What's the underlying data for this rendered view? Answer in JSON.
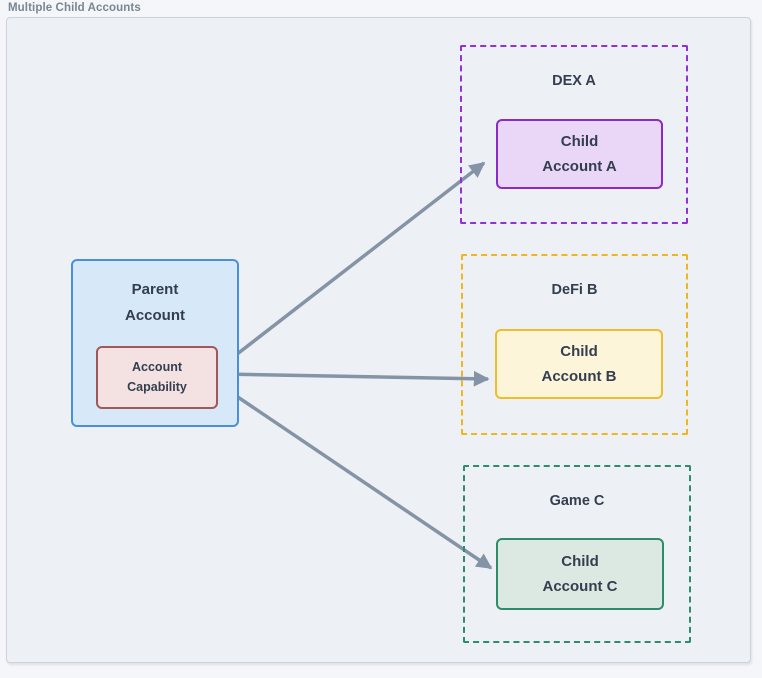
{
  "page": {
    "title": "Multiple Child Accounts"
  },
  "colors": {
    "panel_bg": "#edf1f5",
    "panel_border": "#cbd3dc",
    "arrow": "#8494a6",
    "node_text": "#333e4f",
    "title_text": "#7a8594"
  },
  "parent": {
    "label_line1": "Parent",
    "label_line2": "Account",
    "fill": "#d7e8f9",
    "border": "#4a90d9",
    "capability": {
      "label_line1": "Account",
      "label_line2": "Capability",
      "fill": "#f4e2e2",
      "border": "#a15858"
    }
  },
  "groups": [
    {
      "label": "DEX A",
      "child_label_line1": "Child",
      "child_label_line2": "Account A",
      "border": "#9330d6",
      "child_fill": "#ead7f8",
      "child_border": "#8b2acb"
    },
    {
      "label": "DeFi B",
      "child_label_line1": "Child",
      "child_label_line2": "Account B",
      "border": "#efb61e",
      "child_fill": "#fdf5da",
      "child_border": "#eebd2b"
    },
    {
      "label": "Game C",
      "child_label_line1": "Child",
      "child_label_line2": "Account C",
      "border": "#2f8c6a",
      "child_fill": "#dce9e2",
      "child_border": "#2f8c6a"
    }
  ]
}
